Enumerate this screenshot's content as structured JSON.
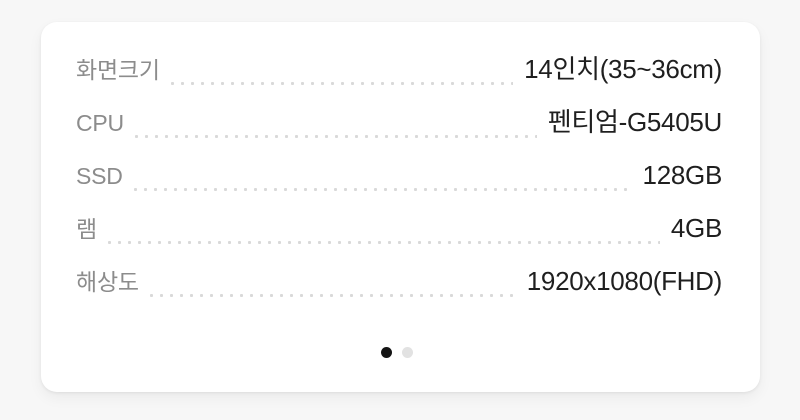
{
  "card": {
    "background_color": "#ffffff",
    "page_background_color": "#f7f7f7",
    "label_color": "#8c8c8c",
    "value_color": "#1f1f1f",
    "leader_dot_color": "#d9d9d9"
  },
  "specs": [
    {
      "label": "화면크기",
      "value": "14인치(35~36cm)"
    },
    {
      "label": "CPU",
      "value": "펜티엄-G5405U"
    },
    {
      "label": "SSD",
      "value": "128GB"
    },
    {
      "label": "램",
      "value": "4GB"
    },
    {
      "label": "해상도",
      "value": "1920x1080(FHD)"
    }
  ],
  "pagination": {
    "total": 2,
    "active_index": 0,
    "active_color": "#141414",
    "inactive_color": "#e2e2e2",
    "dots": [
      {
        "state": "active"
      },
      {
        "state": "inactive"
      }
    ]
  }
}
